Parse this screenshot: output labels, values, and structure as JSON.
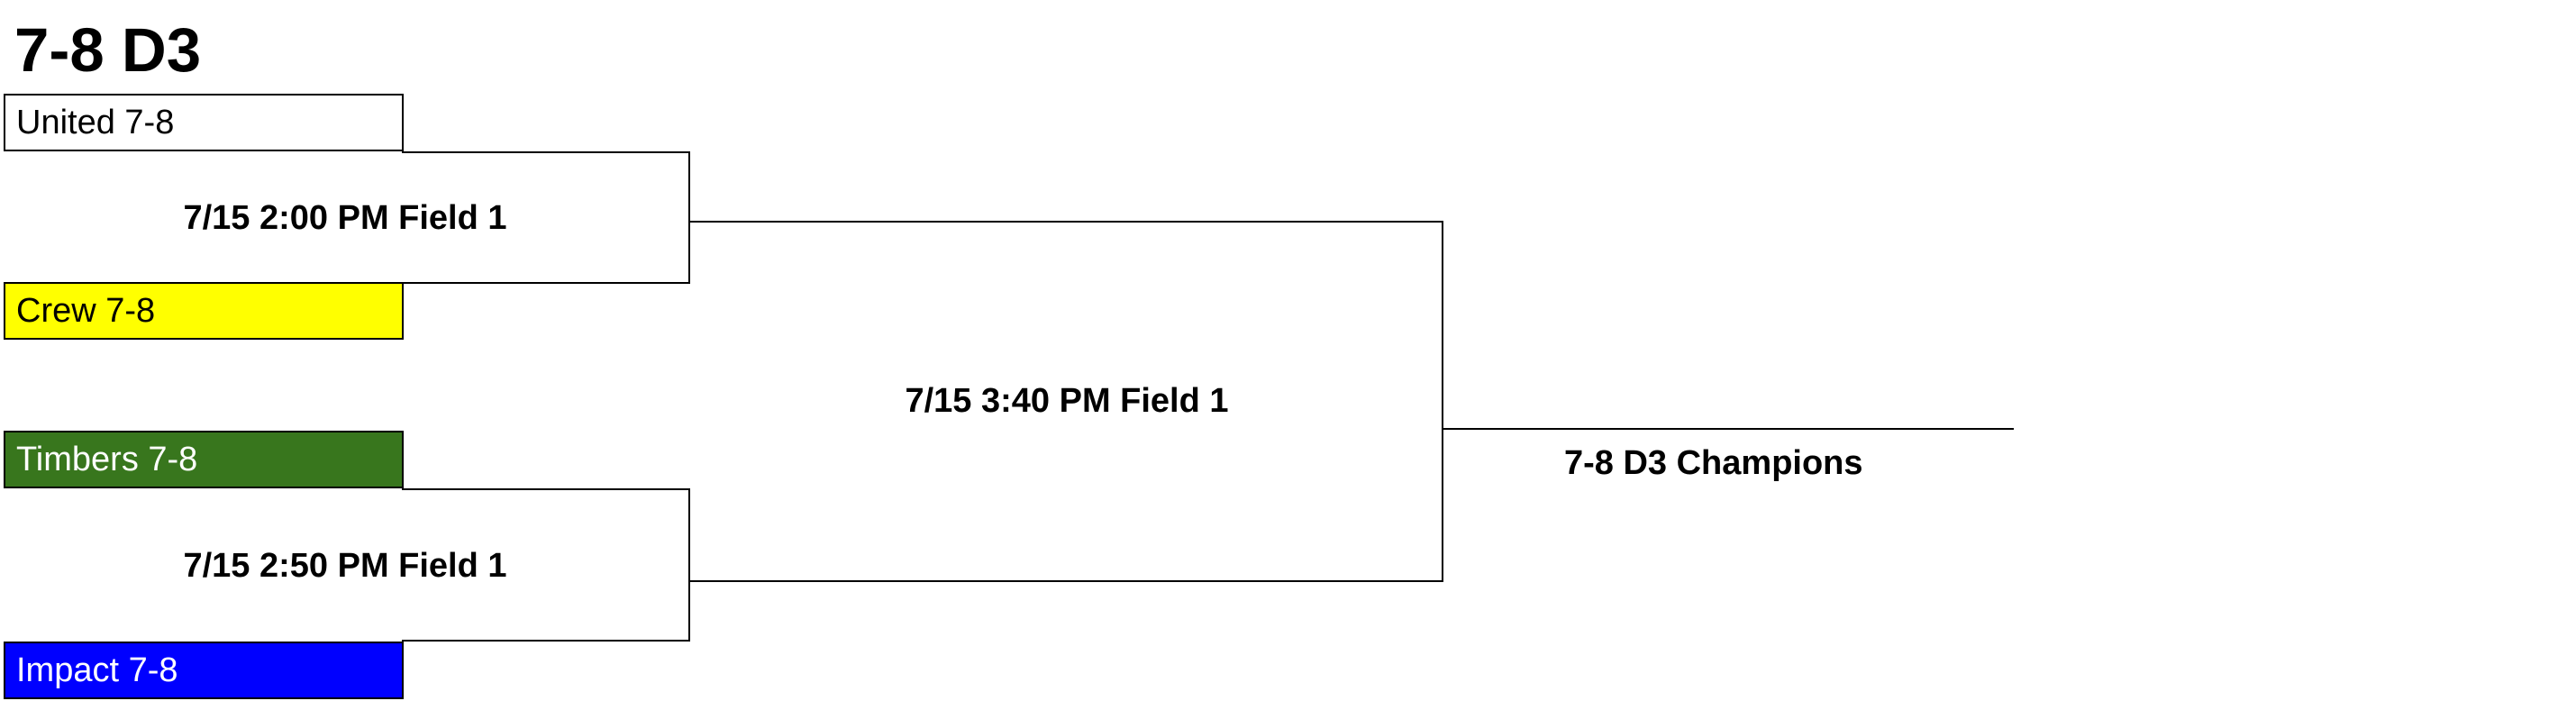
{
  "title": "7-8 D3",
  "teams": [
    {
      "name": "United 7-8",
      "bg": "#ffffff",
      "fg": "#000000"
    },
    {
      "name": "Crew 7-8",
      "bg": "#ffff00",
      "fg": "#000000"
    },
    {
      "name": "Timbers 7-8",
      "bg": "#38761d",
      "fg": "#ffffff"
    },
    {
      "name": "Impact 7-8",
      "bg": "#0000ff",
      "fg": "#ffffff"
    }
  ],
  "games": [
    {
      "label": "7/15 2:00 PM Field 1"
    },
    {
      "label": "7/15 2:50 PM Field 1"
    }
  ],
  "final": {
    "label": "7/15 3:40 PM Field 1"
  },
  "champion": {
    "label": "7-8 D3 Champions"
  }
}
